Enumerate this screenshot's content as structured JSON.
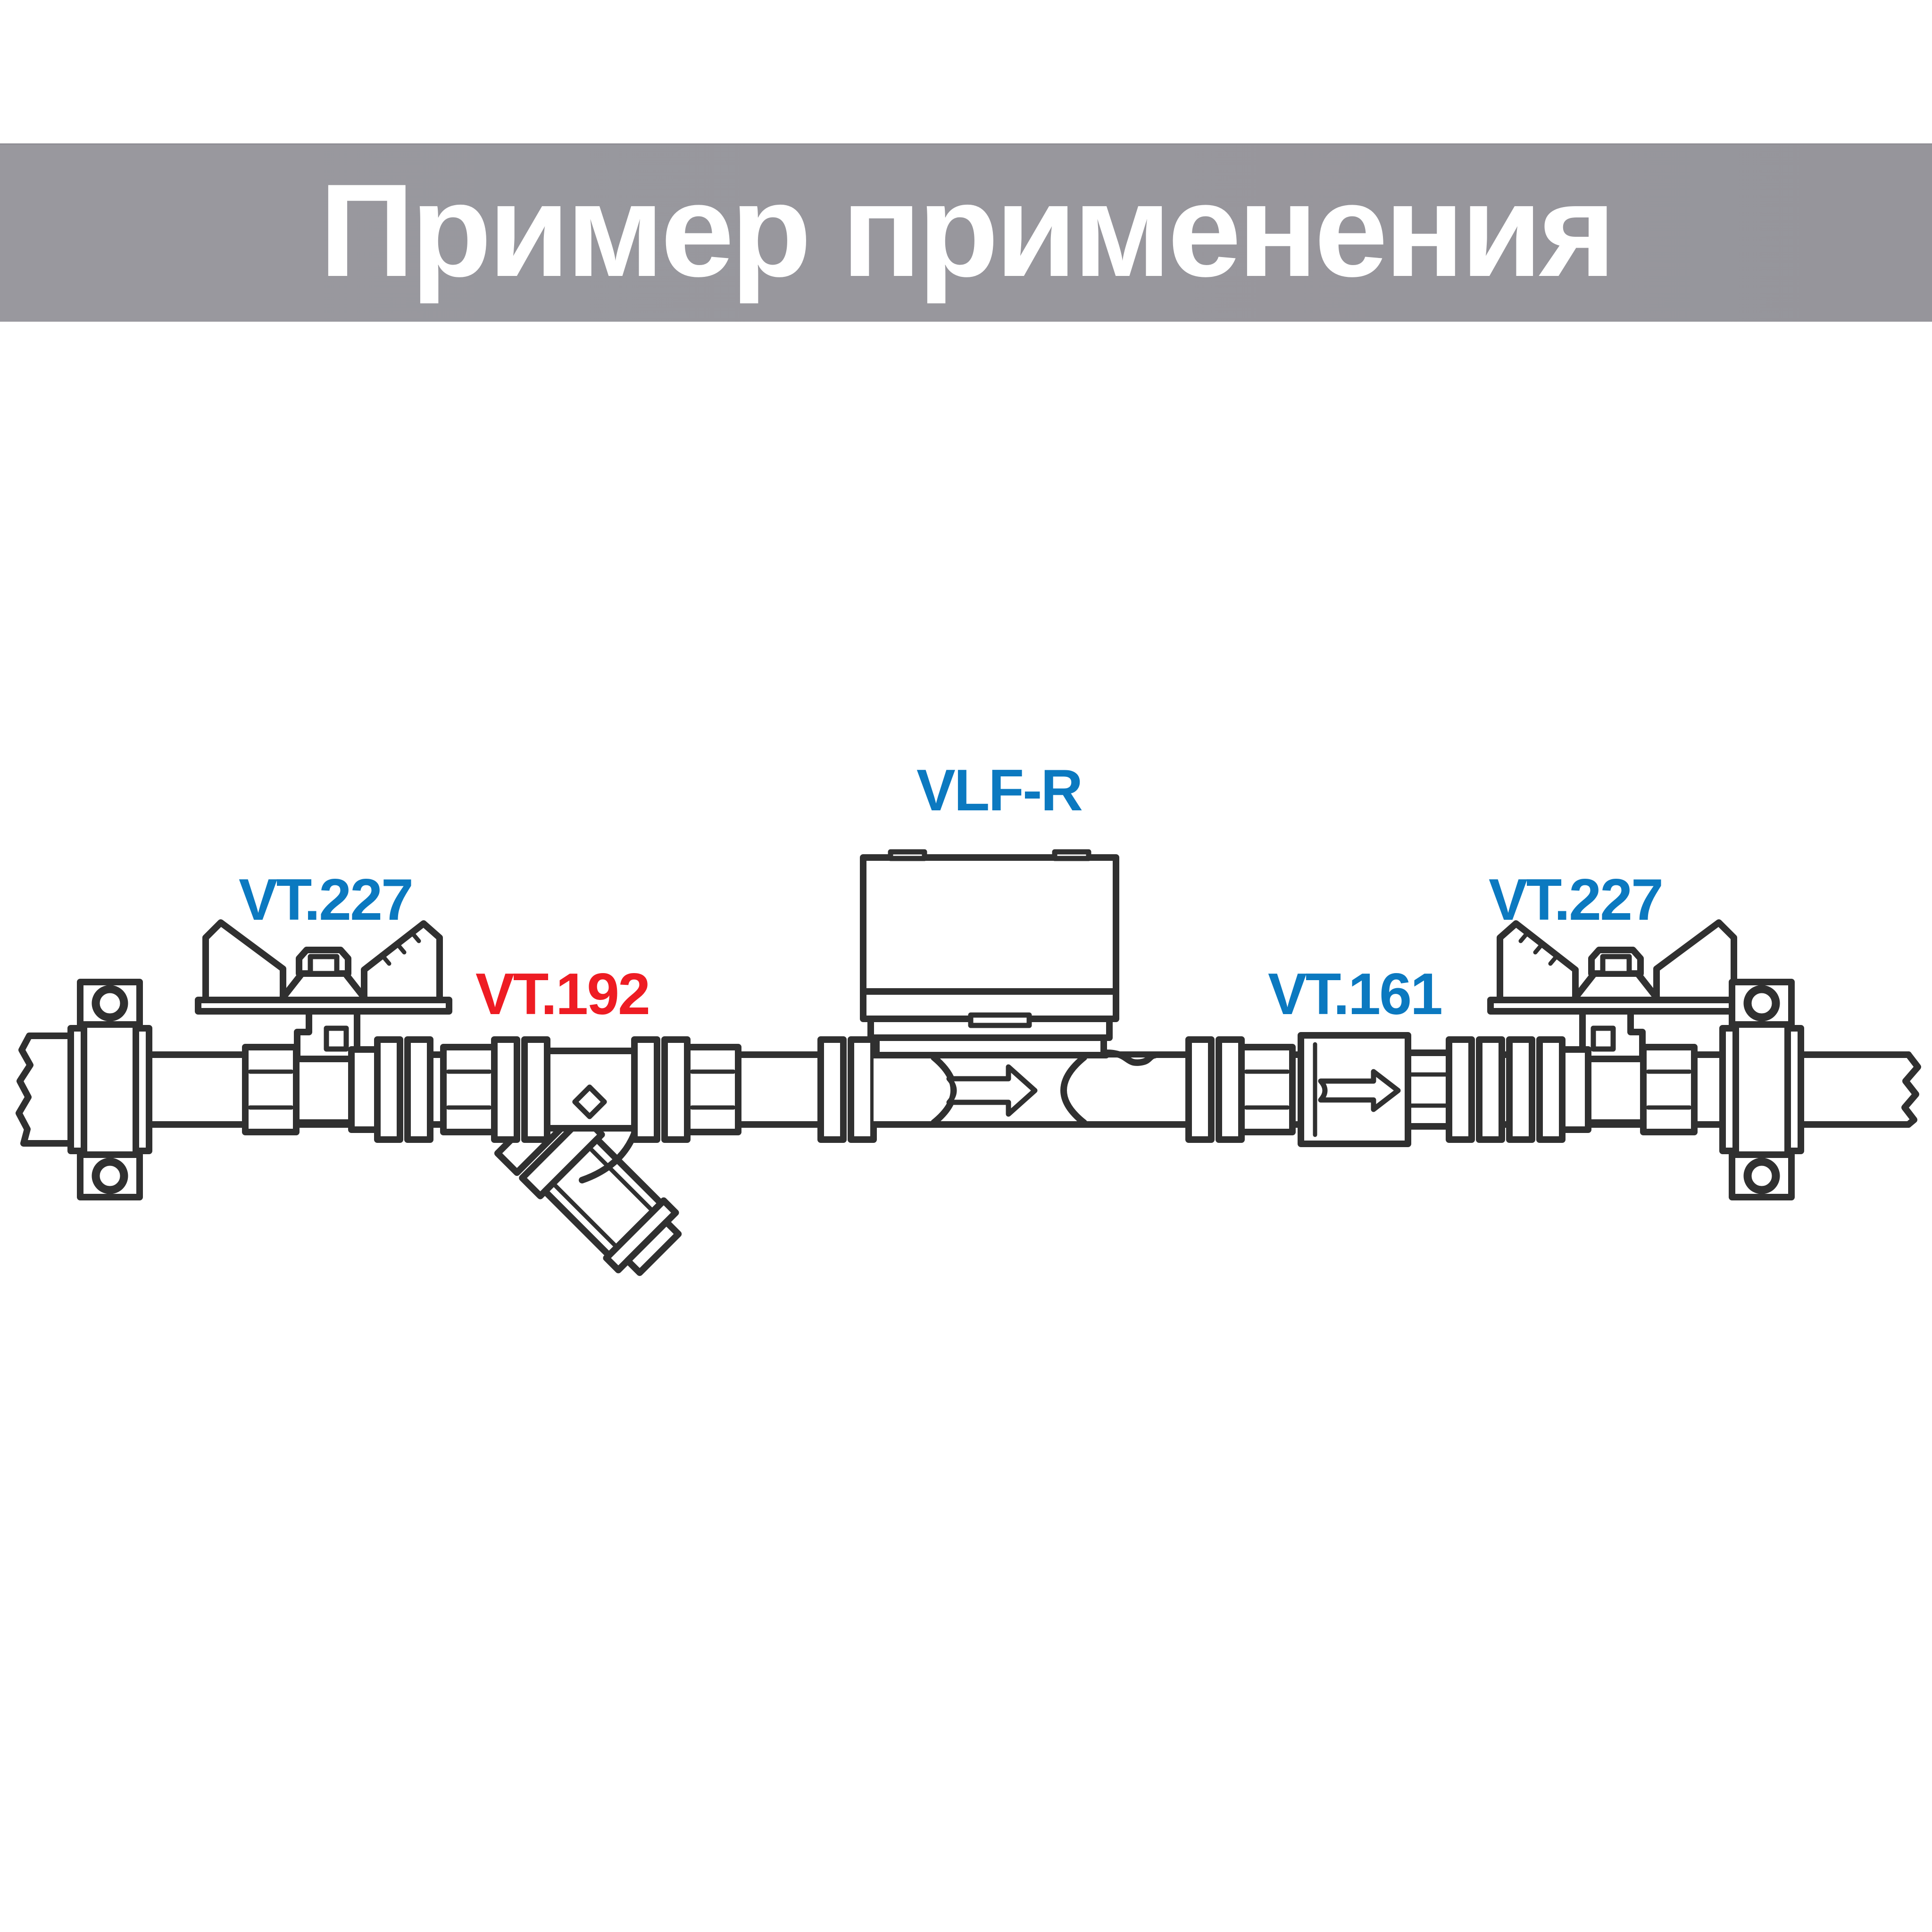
{
  "header": {
    "title": "Пример применения",
    "background_color": "#98979d",
    "text_color": "#ffffff"
  },
  "diagram": {
    "line_color": "#303030",
    "background_color": "#ffffff",
    "labels": [
      {
        "id": "vt227-left",
        "text": "VT.227",
        "color": "#0b79c0"
      },
      {
        "id": "vt192",
        "text": "VT.192",
        "color": "#ee1c23"
      },
      {
        "id": "vlf-r",
        "text": "VLF-R",
        "color": "#0b79c0"
      },
      {
        "id": "vt161",
        "text": "VT.161",
        "color": "#0b79c0"
      },
      {
        "id": "vt227-right",
        "text": "VT.227",
        "color": "#0b79c0"
      }
    ],
    "components": [
      {
        "name": "broken-pipe-end-left"
      },
      {
        "name": "pipe-clamp-left"
      },
      {
        "name": "ball-valve-with-butterfly-handle-left",
        "label": "VT.227"
      },
      {
        "name": "y-strainer-filter",
        "label": "VT.192"
      },
      {
        "name": "water-meter",
        "label": "VLF-R"
      },
      {
        "name": "check-valve",
        "label": "VT.161"
      },
      {
        "name": "ball-valve-with-butterfly-handle-right",
        "label": "VT.227"
      },
      {
        "name": "pipe-clamp-right"
      },
      {
        "name": "broken-pipe-end-right"
      }
    ],
    "icons": [
      {
        "name": "flow-arrow-icon",
        "meaning": "flow direction to the right (inside water meter)"
      },
      {
        "name": "check-flow-arrow-icon",
        "meaning": "flow direction to the right (inside check valve)"
      }
    ]
  }
}
